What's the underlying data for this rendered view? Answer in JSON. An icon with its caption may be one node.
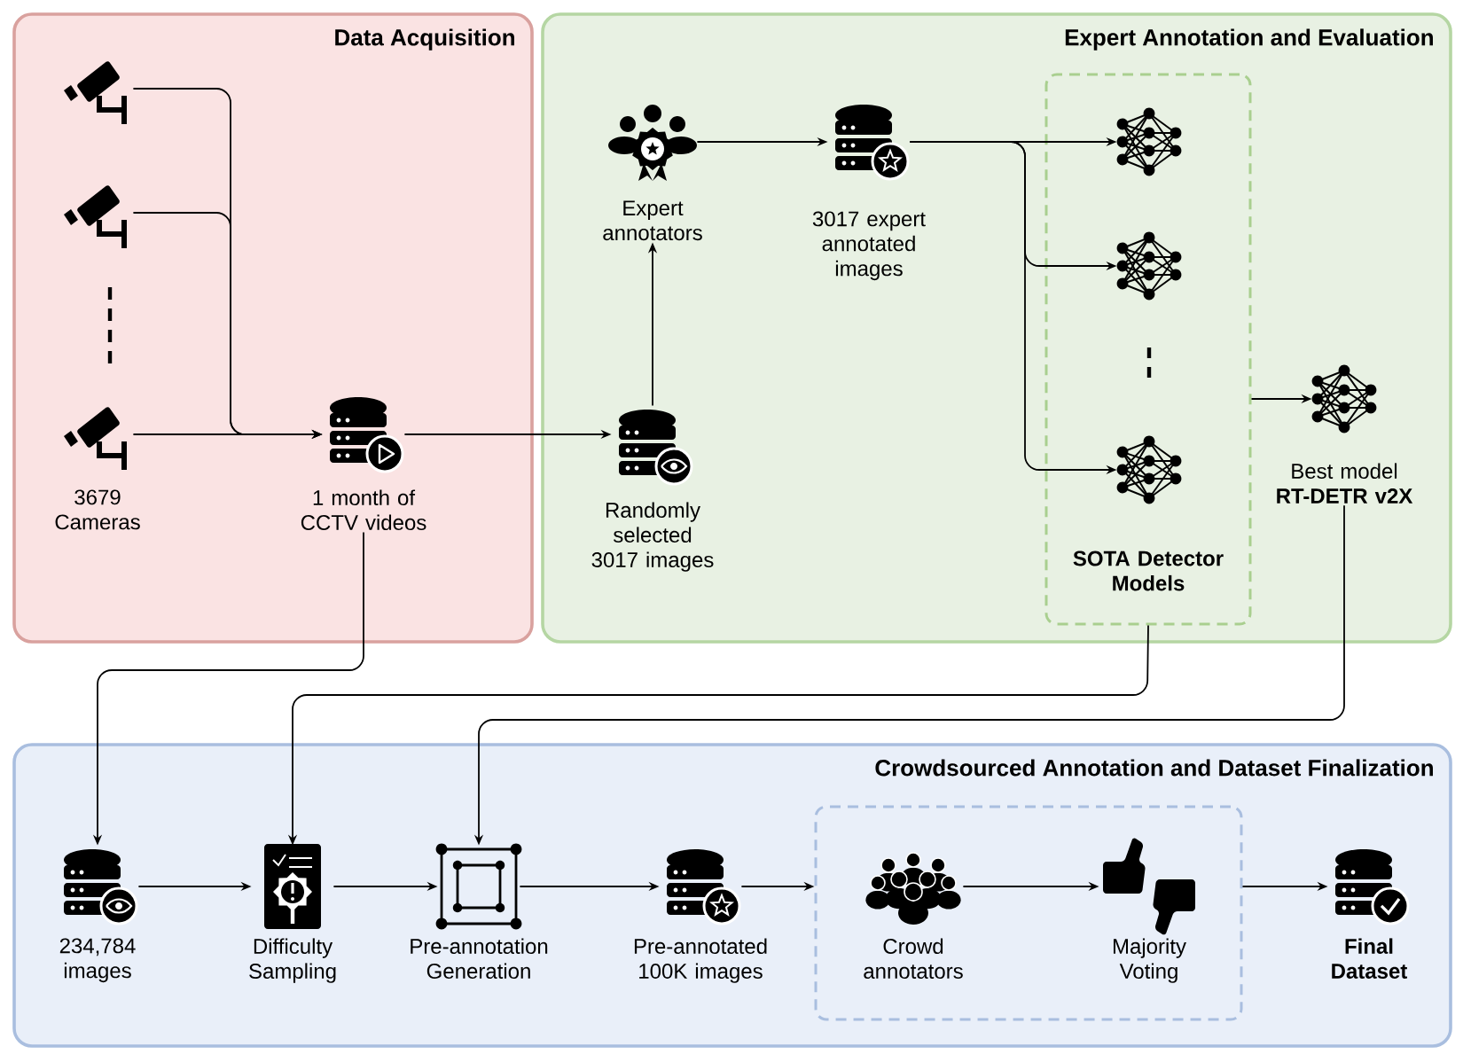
{
  "diagram": {
    "nodes": [
      {
        "text": [
          "Data Acquisition"
        ]
      },
      {
        "text": [],
        "shape": "camera",
        "in": 0
      },
      {
        "text": [],
        "shape": "camera",
        "in": 0
      },
      {
        "text": [
          "3679 Cameras"
        ],
        "in": 0
      },
      {
        "text": [
          "1 month of CCTV videos"
        ],
        "in": 0
      },
      {
        "text": [
          "Expert Annotation and Evaluation"
        ]
      },
      {
        "text": [
          "Randomly selected 3017 images"
        ],
        "in": 5
      },
      {
        "text": [
          "Expert annotators"
        ],
        "in": 5
      },
      {
        "text": [
          "3017 expert annotated images"
        ],
        "in": 5
      },
      {
        "text": [
          "SOTA Detector Models"
        ],
        "in": 5
      },
      {
        "text": [],
        "shape": "network",
        "in": 9
      },
      {
        "text": [],
        "shape": "network",
        "in": 9
      },
      {
        "text": [],
        "shape": "network",
        "in": 9
      },
      {
        "text": [
          "Best model **RT-DETR v2X**"
        ],
        "in": 5
      },
      {
        "text": [
          "Crowdsourced Annotation and Dataset Finalization"
        ]
      },
      {
        "text": [
          "234,784 images"
        ],
        "in": 14
      },
      {
        "text": [
          "Difficulty Sampling"
        ],
        "in": 14
      },
      {
        "text": [
          "Pre-annotation Generation"
        ],
        "in": 14
      },
      {
        "text": [
          "Pre-annotated 100K images"
        ],
        "in": 14
      },
      {
        "text": [],
        "shape": "box",
        "in": 14
      },
      {
        "text": [
          "Crowd annotators"
        ],
        "in": 19
      },
      {
        "text": [
          "Majority Voting"
        ],
        "in": 19
      },
      {
        "text": [
          "Final Dataset"
        ],
        "in": 14
      }
    ],
    "edges": [
      {
        "from": 1,
        "to": 4,
        "arrow": "to"
      },
      {
        "from": 2,
        "to": 4,
        "arrow": "to"
      },
      {
        "from": 3,
        "to": 4,
        "arrow": "to"
      },
      {
        "from": 4,
        "to": 6,
        "arrow": "to"
      },
      {
        "from": 6,
        "to": 7,
        "arrow": "to"
      },
      {
        "from": 7,
        "to": 8,
        "arrow": "to"
      },
      {
        "from": 8,
        "to": 10,
        "arrow": "to"
      },
      {
        "from": 8,
        "to": 11,
        "arrow": "to"
      },
      {
        "from": 8,
        "to": 12,
        "arrow": "to"
      },
      {
        "from": 9,
        "to": 13,
        "arrow": "to"
      },
      {
        "from": 4,
        "to": 15,
        "arrow": "to"
      },
      {
        "from": 9,
        "to": 16,
        "arrow": "to"
      },
      {
        "from": 13,
        "to": 17,
        "arrow": "to"
      },
      {
        "from": 15,
        "to": 16,
        "arrow": "to"
      },
      {
        "from": 16,
        "to": 17,
        "arrow": "to"
      },
      {
        "from": 17,
        "to": 18,
        "arrow": "to"
      },
      {
        "from": 18,
        "to": 19,
        "arrow": "to"
      },
      {
        "from": 20,
        "to": 21,
        "arrow": "to"
      },
      {
        "from": 19,
        "to": 22,
        "arrow": "to"
      }
    ]
  }
}
